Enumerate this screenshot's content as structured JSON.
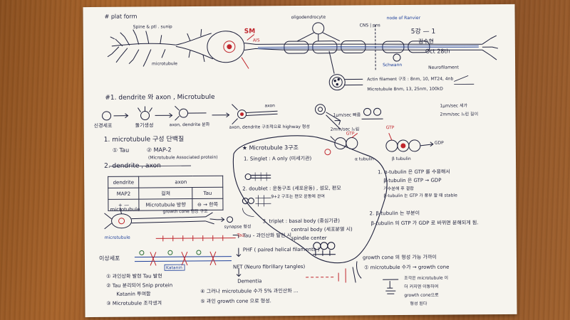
{
  "header": {
    "tag": "# plat form",
    "course": "5강 — 1",
    "name": "김수현",
    "date": "Oct 28th"
  },
  "neuron": {
    "spine": "Spine & ptl . sunip",
    "sm": "SM",
    "ais": "AIS",
    "oligodendrocyte": "oligodendrocyte",
    "cns_pns": "CNS | pns",
    "node_ranvier": "node of Ranvier",
    "schwann": "Schwann",
    "microtubule": "microtubule",
    "neurofilament": "Neurofilament",
    "actin_struct": "Actin filament 구조 : 8nm, 10, MT24, 4nb",
    "microtubule_sizes": "Microtubule  8nm, 13, 25nm, 100kD"
  },
  "section1": {
    "title": "#1. dendrite 와 axon , Microtubule",
    "stage1": "신경세포",
    "stage2": "돌기생성",
    "stage3": "axon, dendrite 분화",
    "stage4_label": "axon",
    "stage4": "axon, dendrite 구조적으로 highway 형성",
    "note_right1": "1μm/sec 빠름",
    "note_right2": "2mm/sec 느림",
    "note_right3": "1μm/sec 세가",
    "note_right4": "2mm/sec 느린 길이"
  },
  "section2": {
    "title": "1. microtubule 구성 단백질",
    "item1": "① Tau",
    "item2": "② MAP-2",
    "item2_sub": "(Microtubule Associated protein)"
  },
  "section3": {
    "title": "2. dendrite , axon",
    "col1": "dendrite",
    "col2": "axon",
    "rows": [
      [
        "MAP2",
        "걸쳐",
        "Tau"
      ],
      [
        "+ —",
        "Microtubule 방향",
        "⊖ → 한쪽"
      ]
    ]
  },
  "section4": {
    "microtubule_label": "microtubule",
    "growth_cone": "growth cone 팽창 구조",
    "synapse": "synapse 형성",
    "microtubule_bar": "microtubule",
    "tau_bar": "Tau",
    "abnormal": "이상세포",
    "katanin": "Katanin",
    "list1": "① 과인상화 발현 Tau 발현",
    "list2": "② Tau 분리되어 Snip protein",
    "list3": "Katanin 투여함",
    "list4": "③ Microtubule 조각생겨"
  },
  "section5": {
    "title": "★ Microtubule 3구조",
    "singlet": "1. Singlet : A only (미세기관)",
    "doublet": "2. doublet : 운동구조 (세포운동) , 섬모, 편모",
    "doublet_sub": "9+2 구조는 편모 운동에 관여",
    "triplet": "3. triplet : basal body (중심기관)",
    "triplet2": "central body (세포분열 시)",
    "triplet3": "spindle center"
  },
  "section6": {
    "tau_title": "Tau - 과인산화 발현 시",
    "phf": "PHF ( paired helical filaments )",
    "nft": "NFT (Neuro fibrillary tangles)",
    "dementia": "Dementia",
    "item4": "④ 그러나 microtubule 수가 5% 과인산화 ...",
    "item5": "⑤ 과인 growth cone 으로 형성."
  },
  "section7": {
    "gtp1": "GTP",
    "gtp2": "GTP",
    "gdp": "GDP",
    "alpha": "α tubulin",
    "beta": "β tubulin",
    "item1": "1. α-tubulin 은 GTP 를 수용해서",
    "item1b": "β-tubulin 은 GTP → GDP",
    "item1c": "가수분해 후 결합",
    "item1d": "β-tubulin 는 GTP 가 풍부 할 때 stable",
    "item2": "2. β-tubulin 는 부분이",
    "item2b": "β-tubulin 의 GTP 가 GDP 로 바뀌면 분해되게 됨."
  },
  "section8": {
    "title": "growth cone 의 형성 가능 가까이",
    "item1": "① microtubule 수가 → growth cone",
    "note1": "조각은 microtubule 이",
    "note2": "더 커지면 이동하여",
    "note3": "growth cone으로",
    "note4": "형성 된다"
  }
}
